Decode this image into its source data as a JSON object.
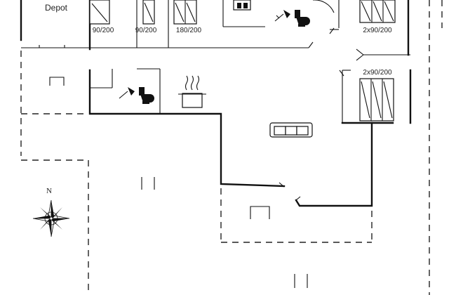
{
  "rooms": {
    "depot": "Depot"
  },
  "beds": [
    {
      "id": "bed-1",
      "label": "90/200"
    },
    {
      "id": "bed-2",
      "label": "90/200"
    },
    {
      "id": "bed-3",
      "label": "180/200"
    },
    {
      "id": "bed-4",
      "label": "2x90/200"
    },
    {
      "id": "bed-5",
      "label": "2x90/200"
    }
  ],
  "compass": {
    "north_label": "N"
  },
  "colors": {
    "line": "#111111",
    "background": "#ffffff"
  },
  "icons": [
    "shower-icon",
    "toilet-icon",
    "cooking-pot-icon",
    "sofa-icon",
    "compass-rose-icon",
    "fireplace-icon"
  ]
}
